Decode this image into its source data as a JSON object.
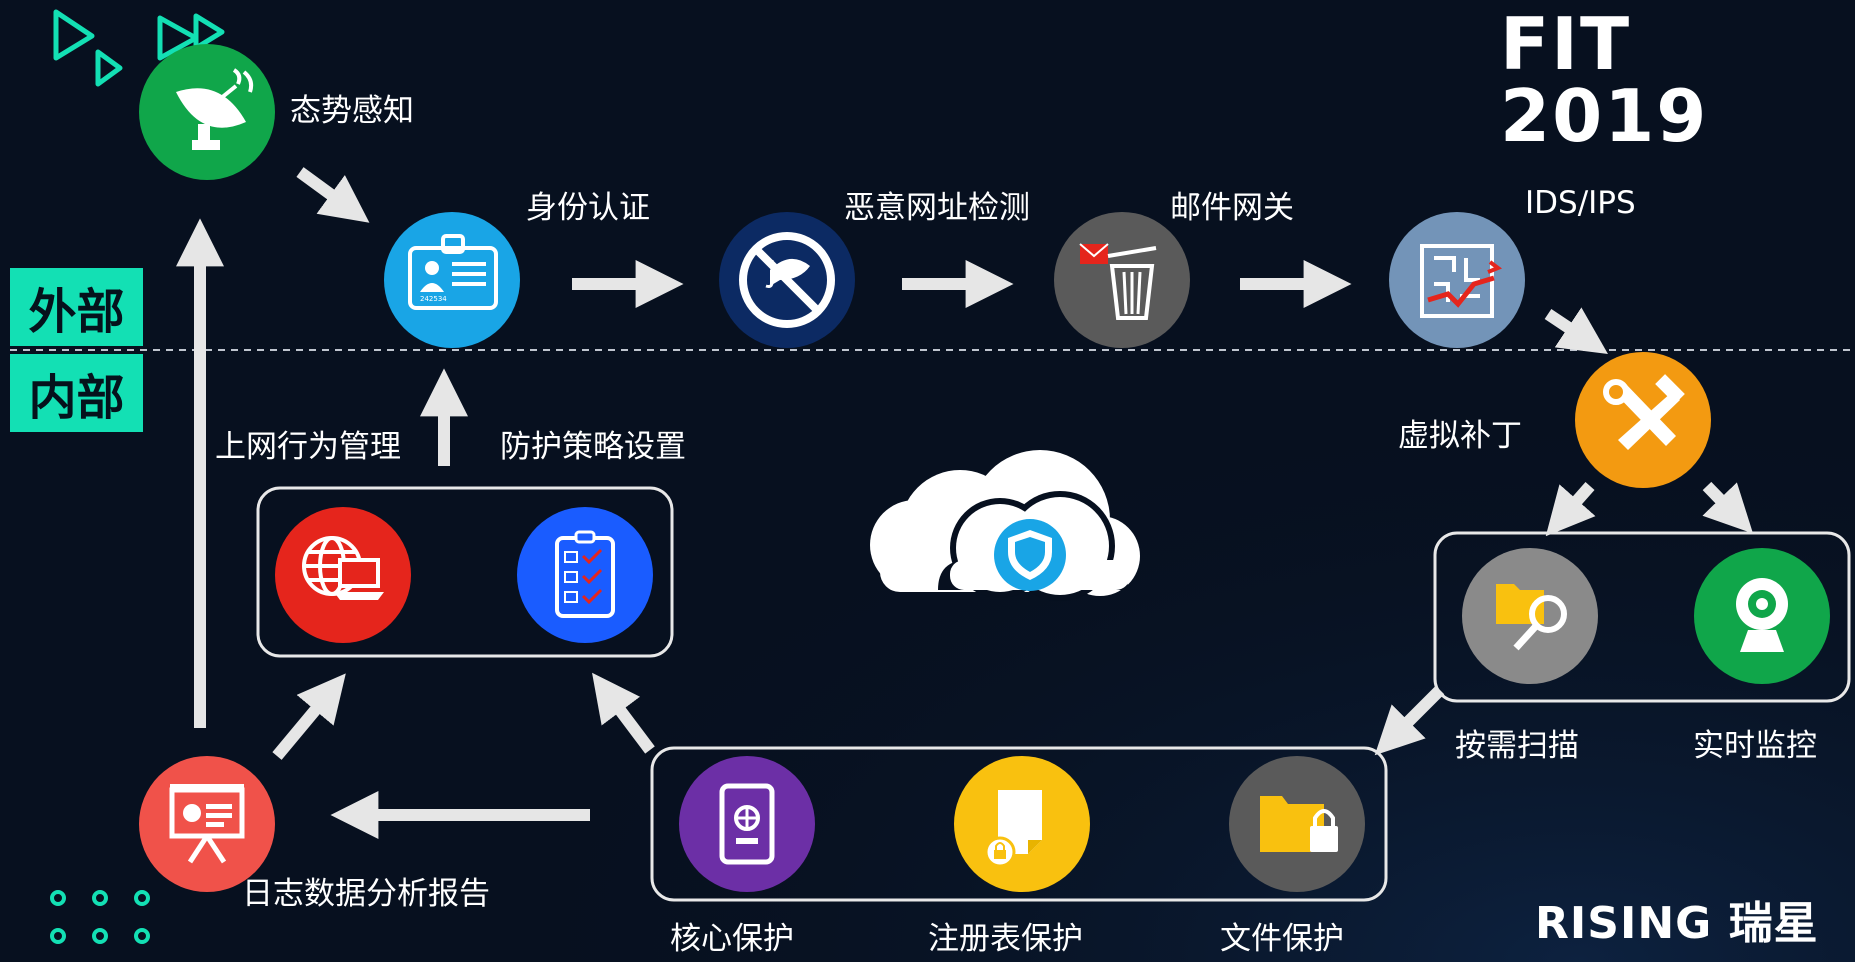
{
  "zones": {
    "outer": "外部",
    "inner": "内部"
  },
  "brand": {
    "event": "FIT 2019",
    "company": "RISING 瑞星"
  },
  "nodes": {
    "situation_awareness": "态势感知",
    "identity_auth": "身份认证",
    "malicious_url": "恶意网址检测",
    "mail_gateway": "邮件网关",
    "ids_ips": "IDS/IPS",
    "virtual_patch": "虚拟补丁",
    "on_demand_scan": "按需扫描",
    "realtime_monitor": "实时监控",
    "core_protection": "核心保护",
    "registry_protection": "注册表保护",
    "file_protection": "文件保护",
    "log_report": "日志数据分析报告",
    "web_behavior": "上网行为管理",
    "policy_setting": "防护策略设置"
  },
  "badge_text": "242534",
  "colors": {
    "teal": "#13e0b4",
    "green": "#10a64a",
    "blue": "#19a5e6",
    "navy": "#0c2a63",
    "gray": "#5a5a5a",
    "steel": "#7394b8",
    "orange": "#f39a11",
    "red": "#e5251c",
    "royal": "#1a5cff",
    "purple": "#6c2fa6",
    "gold": "#f9c10f",
    "coral": "#f0524a"
  }
}
